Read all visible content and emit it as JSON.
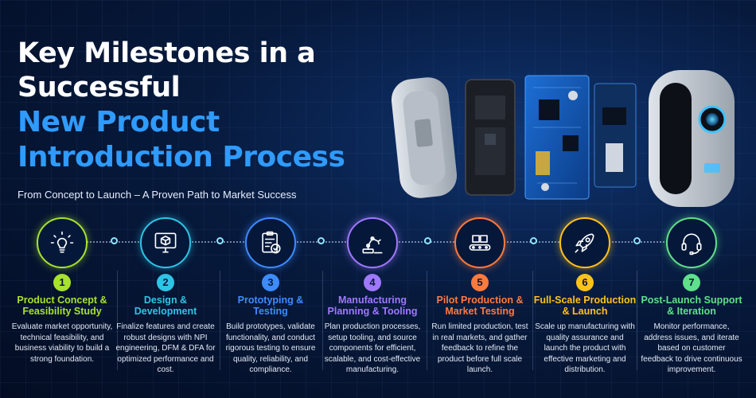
{
  "title": {
    "line1": "Key Milestones in a",
    "line2": "Successful",
    "line3": "New Product",
    "line4": "Introduction Process"
  },
  "subtitle": "From Concept to Launch – A Proven Path to Market Success",
  "colors": {
    "accent_blue": "#2f9bff",
    "background": "#071a3d"
  },
  "steps": [
    {
      "number": "1",
      "title_l1": "Product Concept &",
      "title_l2": "Feasibility Study",
      "desc": "Evaluate market opportunity, technical feasibility, and business viability to build a strong foundation.",
      "color": "#a6e22e",
      "icon": "lightbulb-icon"
    },
    {
      "number": "2",
      "title_l1": "Design &",
      "title_l2": "Development",
      "desc": "Finalize features and create robust designs with NPI engineering, DFM & DFA for optimized performance and cost.",
      "color": "#2ec4e6",
      "icon": "monitor-cube-icon"
    },
    {
      "number": "3",
      "title_l1": "Prototyping &",
      "title_l2": "Testing",
      "desc": "Build prototypes, validate functionality, and conduct rigorous testing to ensure quality, reliability, and compliance.",
      "color": "#3d8cff",
      "icon": "clipboard-check-icon"
    },
    {
      "number": "4",
      "title_l1": "Manufacturing",
      "title_l2": "Planning & Tooling",
      "desc": "Plan production processes, setup tooling, and source components for efficient, scalable, and cost-effective manufacturing.",
      "color": "#a078ff",
      "icon": "robot-arm-icon"
    },
    {
      "number": "5",
      "title_l1": "Pilot Production &",
      "title_l2": "Market Testing",
      "desc": "Run limited production, test in real markets, and gather feedback to refine the product before full scale launch.",
      "color": "#ff7a3d",
      "icon": "conveyor-icon"
    },
    {
      "number": "6",
      "title_l1": "Full-Scale Production",
      "title_l2": "& Launch",
      "desc": "Scale up manufacturing with quality assurance and launch the product with effective marketing and distribution.",
      "color": "#ffc21a",
      "icon": "rocket-icon"
    },
    {
      "number": "7",
      "title_l1": "Post-Launch Support",
      "title_l2": "& Iteration",
      "desc": "Monitor performance, address issues, and iterate based on customer feedback to drive continuous improvement.",
      "color": "#5fe08a",
      "icon": "headset-icon"
    }
  ]
}
